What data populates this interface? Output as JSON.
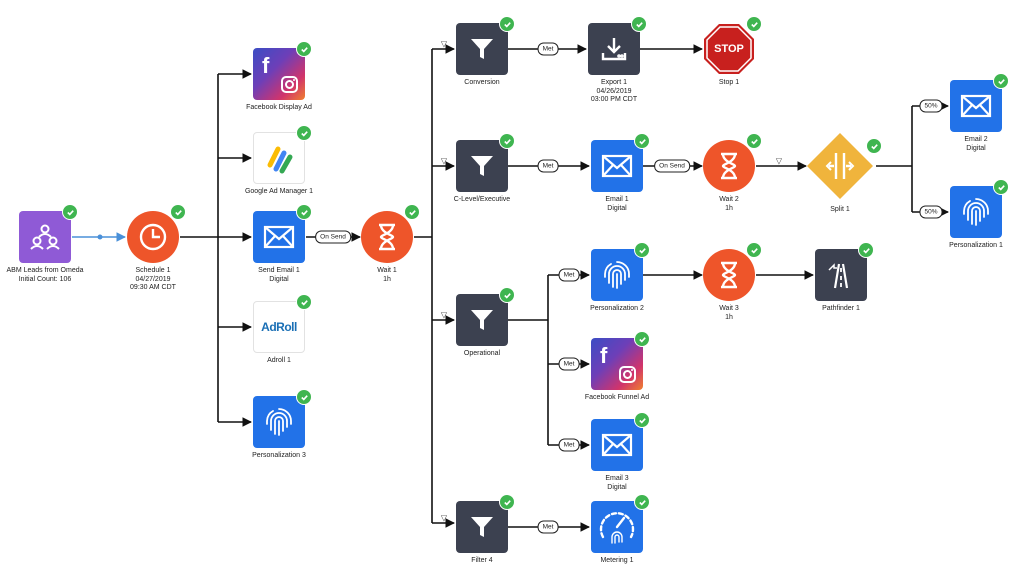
{
  "colors": {
    "dark": "#3c4150",
    "blue": "#2272e8",
    "orange": "#ee552a",
    "purple": "#8f5ad6",
    "check": "#3fb550",
    "line": "#111111"
  },
  "nodes": {
    "abm": {
      "line1": "ABM Leads from Omeda",
      "line2": "Initial Count: 106",
      "icon": "people-network-icon"
    },
    "schedule1": {
      "line1": "Schedule 1",
      "line2": "04/27/2019",
      "line3": "09:30 AM CDT",
      "icon": "clock-icon"
    },
    "fb_display": {
      "line1": "Facebook Display Ad",
      "icon": "facebook-instagram-icon"
    },
    "google_ad": {
      "line1": "Google Ad Manager 1",
      "icon": "google-ad-manager-icon"
    },
    "send_email1": {
      "line1": "Send Email 1",
      "line2": "Digital",
      "icon": "envelope-icon"
    },
    "adroll": {
      "line1": "Adroll 1",
      "logo": "AdRoll",
      "icon": "adroll-icon"
    },
    "personalization3": {
      "line1": "Personalization 3",
      "icon": "fingerprint-icon"
    },
    "wait1": {
      "line1": "Wait 1",
      "line2": "1h",
      "icon": "hourglass-icon"
    },
    "conversion": {
      "line1": "Conversion",
      "icon": "funnel-icon"
    },
    "export1": {
      "line1": "Export 1",
      "line2": "04/26/2019",
      "line3": "03:00 PM CDT",
      "icon": "download-icon"
    },
    "stop1": {
      "line1": "Stop 1",
      "sign": "STOP",
      "icon": "stop-sign-icon"
    },
    "clevel": {
      "line1": "C-Level/Executive",
      "icon": "funnel-icon"
    },
    "email1": {
      "line1": "Email 1",
      "line2": "Digital",
      "icon": "envelope-icon"
    },
    "wait2": {
      "line1": "Wait 2",
      "line2": "1h",
      "icon": "hourglass-icon"
    },
    "split1": {
      "line1": "Split 1",
      "icon": "split-icon"
    },
    "email2": {
      "line1": "Email 2",
      "line2": "Digital",
      "icon": "envelope-icon"
    },
    "personalization1": {
      "line1": "Personalization 1",
      "icon": "fingerprint-icon"
    },
    "operational": {
      "line1": "Operational",
      "icon": "funnel-icon"
    },
    "personalization2": {
      "line1": "Personalization 2",
      "icon": "fingerprint-icon"
    },
    "wait3": {
      "line1": "Wait 3",
      "line2": "1h",
      "icon": "hourglass-icon"
    },
    "pathfinder1": {
      "line1": "Pathfinder 1",
      "icon": "road-icon"
    },
    "fb_funnel": {
      "line1": "Facebook Funnel Ad",
      "icon": "facebook-instagram-icon"
    },
    "email3": {
      "line1": "Email 3",
      "line2": "Digital",
      "icon": "envelope-icon"
    },
    "filter4": {
      "line1": "Filter 4",
      "icon": "funnel-icon"
    },
    "metering1": {
      "line1": "Metering 1",
      "icon": "gauge-fingerprint-icon"
    }
  },
  "edge_labels": {
    "on_send_1": "On Send",
    "on_send_2": "On Send",
    "met_conversion": "Met",
    "met_clevel": "Met",
    "met_op_1": "Met",
    "met_op_2": "Met",
    "met_op_3": "Met",
    "met_filter4": "Met",
    "split_a": "50%",
    "split_b": "50%"
  }
}
